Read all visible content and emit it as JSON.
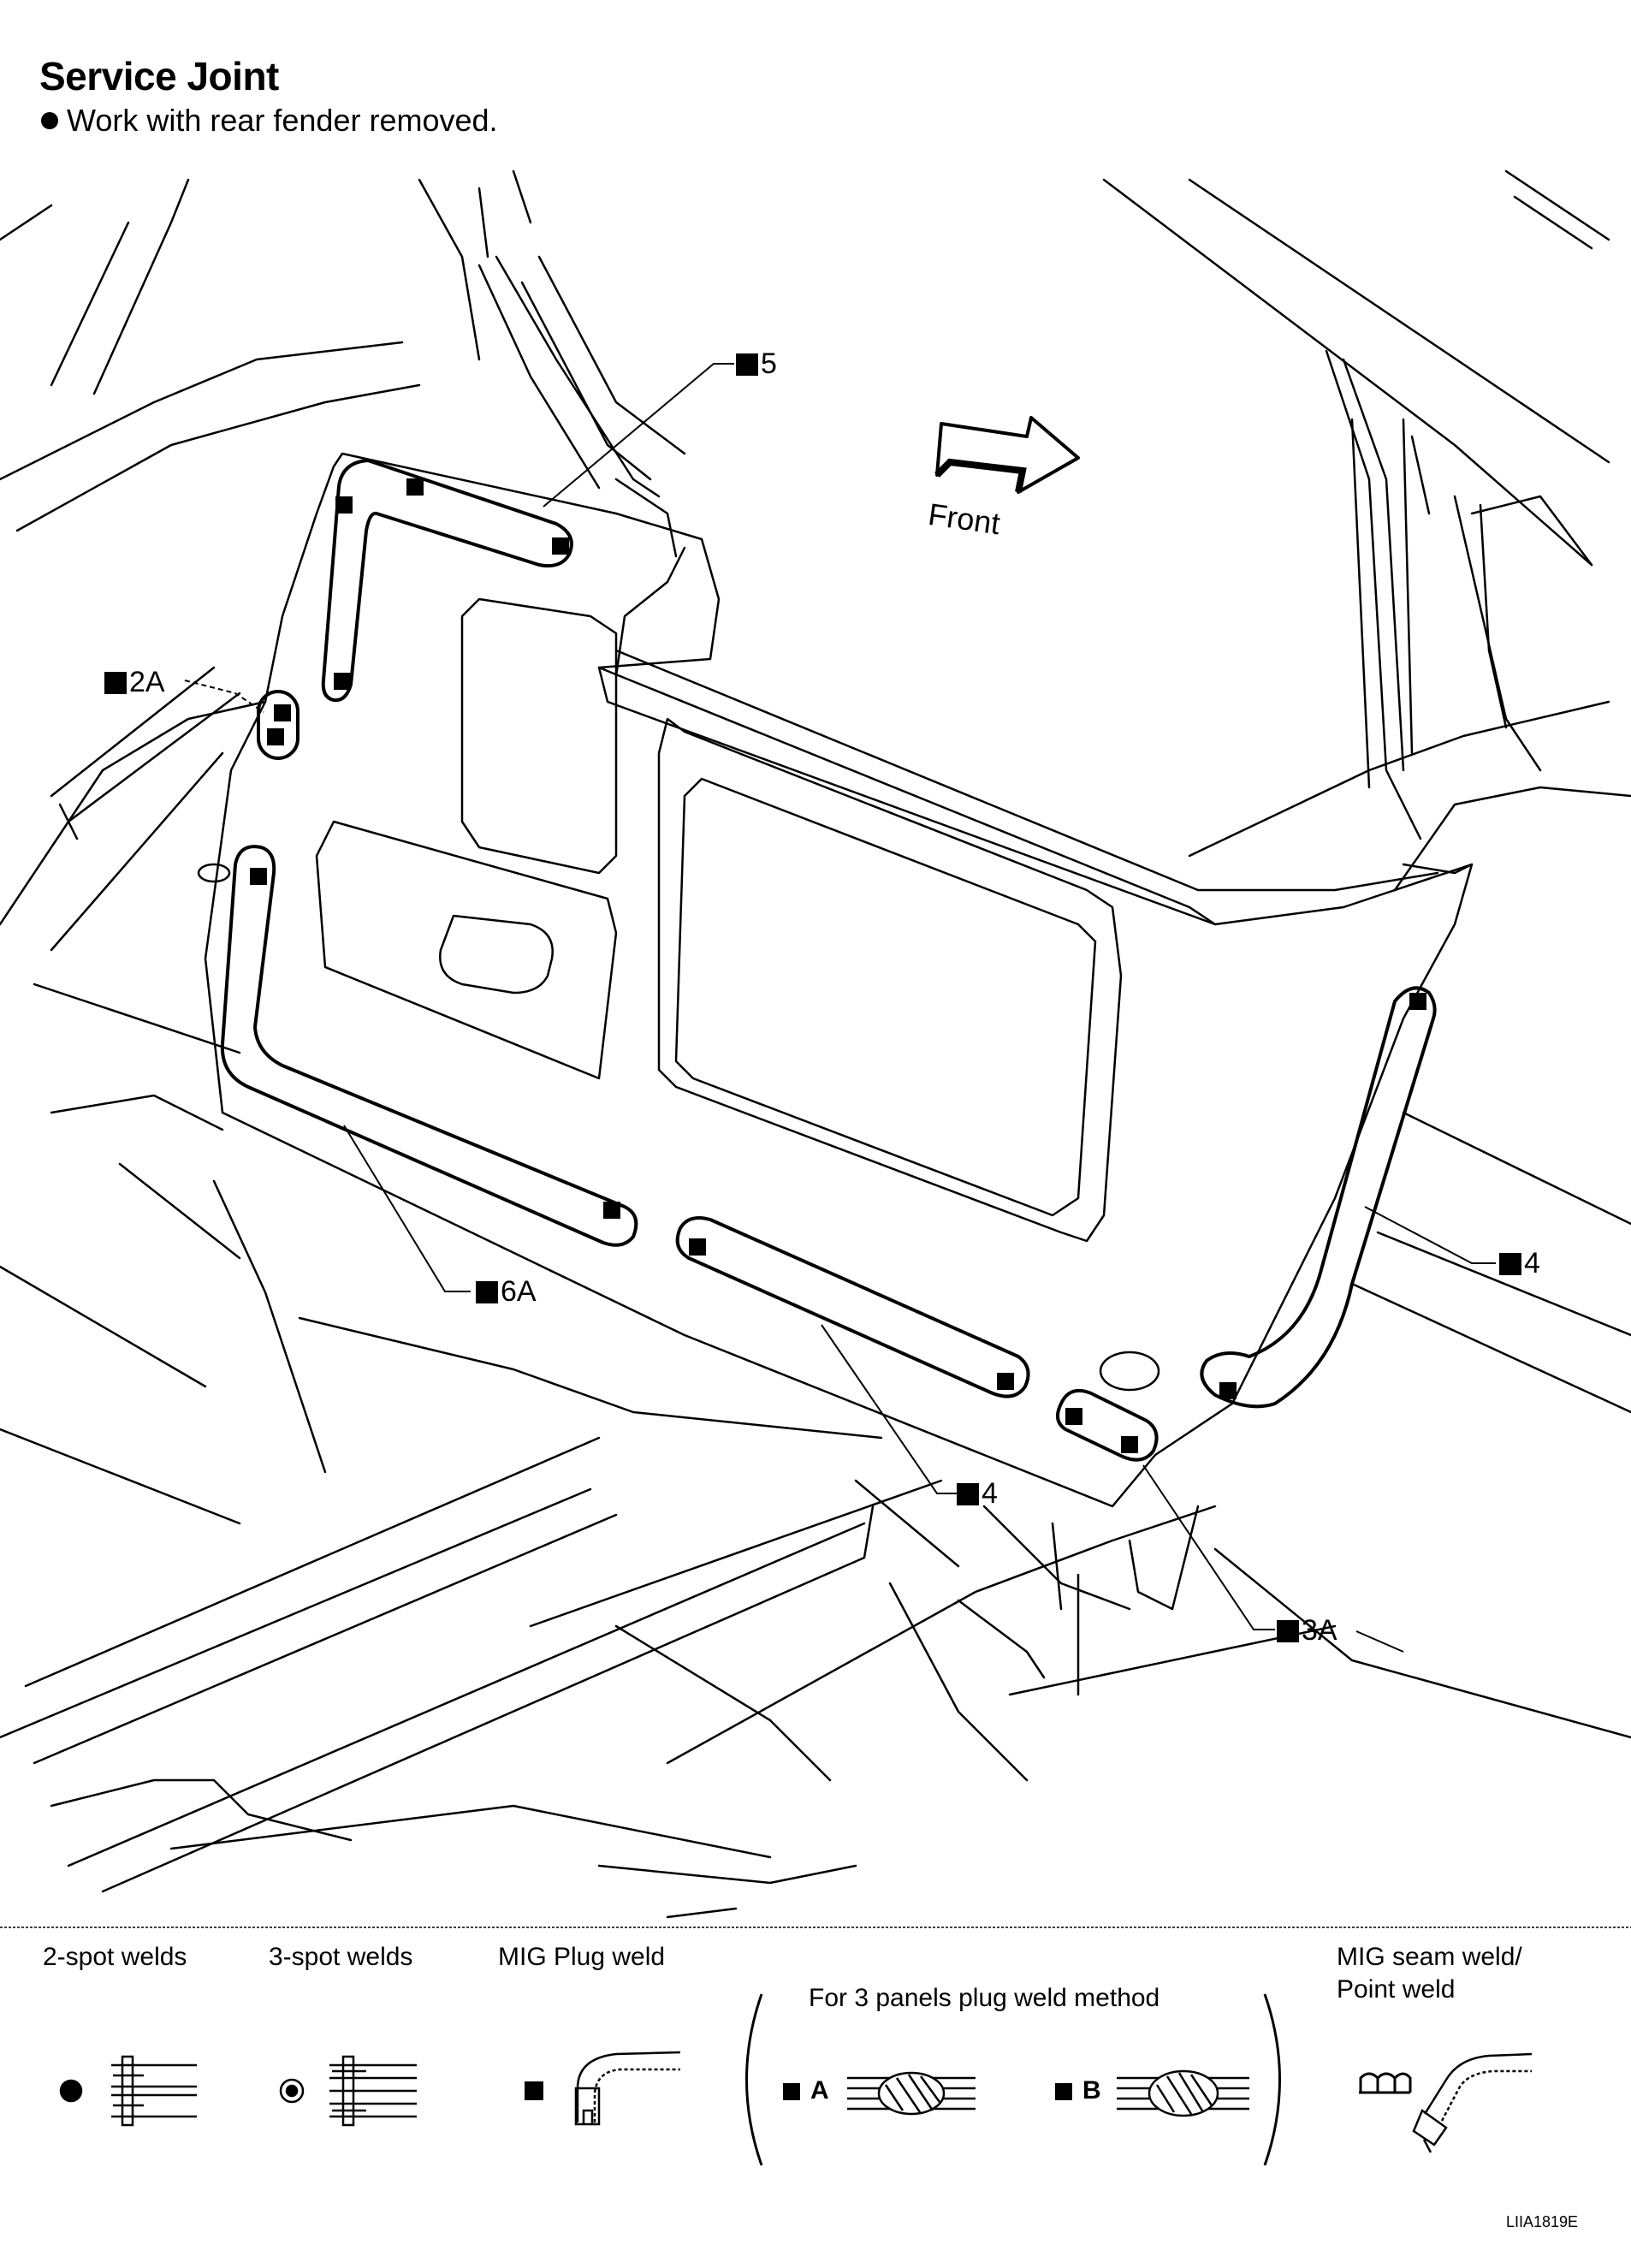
{
  "header": {
    "title": "Service Joint",
    "note": "Work with rear fender removed."
  },
  "direction": {
    "label": "Front"
  },
  "callouts": [
    {
      "id": "c5",
      "label": "5"
    },
    {
      "id": "c2a",
      "label": "2A"
    },
    {
      "id": "c6a",
      "label": "6A"
    },
    {
      "id": "c4-right",
      "label": "4"
    },
    {
      "id": "c4-bottom",
      "label": "4"
    },
    {
      "id": "c3a",
      "label": "3A"
    }
  ],
  "legend": {
    "two_spot": "2-spot welds",
    "three_spot": "3-spot welds",
    "mig_plug": "MIG Plug weld",
    "three_panel": "For 3 panels plug weld method",
    "method_a": "A",
    "method_b": "B",
    "mig_seam_line1": "MIG seam weld/",
    "mig_seam_line2": "Point weld"
  },
  "figure_id": "LIIA1819E"
}
